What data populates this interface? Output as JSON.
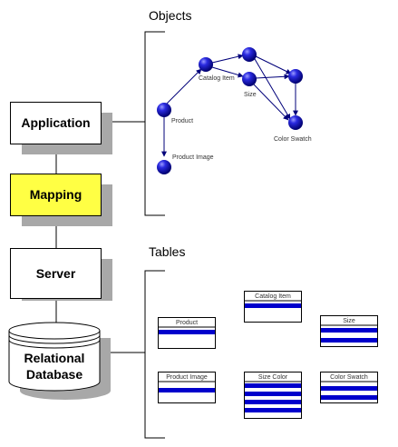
{
  "colors": {
    "primary_blue": "#0000cc",
    "mapping_yellow": "#ffff44",
    "shadow_gray": "#a8a8a8",
    "line_black": "#000000"
  },
  "sections": {
    "objects": "Objects",
    "tables": "Tables"
  },
  "stack": {
    "application": "Application",
    "mapping": "Mapping",
    "server": "Server",
    "database_line1": "Relational",
    "database_line2": "Database"
  },
  "objects": {
    "product": "Product",
    "product_image": "Product Image",
    "catalog_item": "Catalog Item",
    "size": "Size",
    "color_swatch": "Color Swatch"
  },
  "tables": {
    "product": "Product",
    "product_image": "Product Image",
    "catalog_item": "Catalog Item",
    "size": "Size",
    "size_color": "Size Color",
    "color_swatch": "Color Swatch"
  }
}
